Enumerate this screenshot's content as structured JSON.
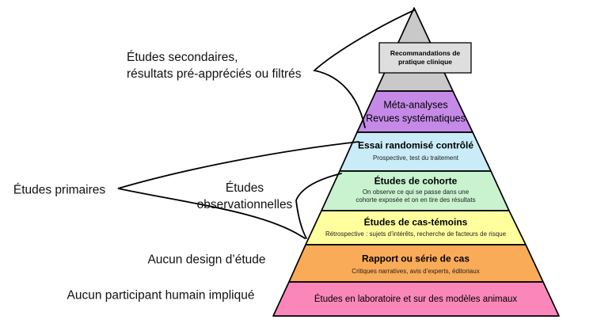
{
  "left_labels": {
    "secondary": "Études secondaires,\nrésultats pré-appréciés ou filtrés",
    "primary": "Études primaires",
    "observational": "Études\nobservationnelles",
    "no_design": "Aucun design d’étude",
    "no_human": "Aucun participant humain impliqué"
  },
  "pyramid": {
    "apex": {
      "fill": "#c9c9c9",
      "box_fill": "#dedede",
      "box_title": "Recommandations de\npratique clinique"
    },
    "levels": [
      {
        "title": "Méta-analyses\nRevues systématiques",
        "subtitle": "",
        "color": "#c58ae8"
      },
      {
        "title": "Essai randomisé contrôlé",
        "subtitle": "Prospective, test du traitement",
        "color": "#c9ecf8"
      },
      {
        "title": "Études de cohorte",
        "subtitle": "On observe ce qui se passe dans une\ncohorte exposée et on en tire des résultats",
        "color": "#c9f2cf"
      },
      {
        "title": "Études de cas-témoins",
        "subtitle": "Rétrospective : sujets d’intérêts, recherche de facteurs de risque",
        "color": "#ffff9e"
      },
      {
        "title": "Rapport ou série de cas",
        "subtitle": "Critiques narratives, avis d’experts, éditoriaux",
        "color": "#f9ab57"
      },
      {
        "title": "Études en laboratoire et sur des modèles animaux",
        "subtitle": "",
        "color": "#fb87ba"
      }
    ],
    "outline_color": "#000000"
  }
}
